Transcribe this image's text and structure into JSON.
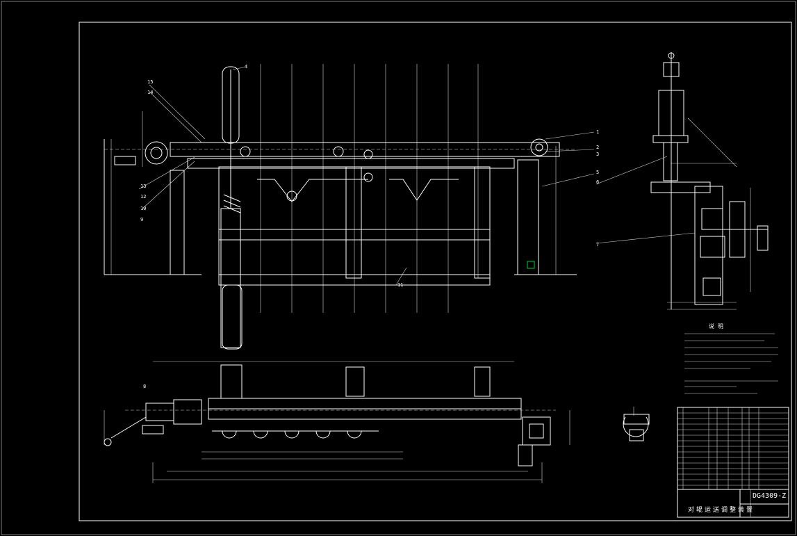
{
  "drawing": {
    "drawing_number": "DG4309-Z",
    "title": "对辊运送调整装置",
    "notes_heading": "说 明",
    "part_numbers": [
      "1",
      "2",
      "3",
      "4",
      "5",
      "6",
      "7",
      "8",
      "9",
      "10",
      "11",
      "12",
      "13",
      "14",
      "15"
    ]
  }
}
